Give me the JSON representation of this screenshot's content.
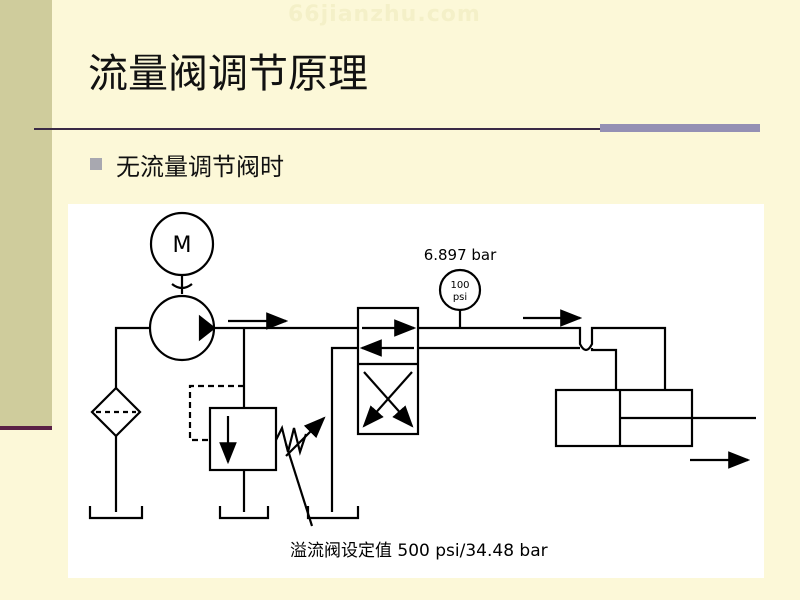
{
  "watermark": "66jianzhu.com",
  "slide": {
    "title": "流量阀调节原理",
    "bullet": "无流量调节阀时"
  },
  "diagram": {
    "motor_label": "M",
    "gauge_value": "6.897 bar",
    "gauge_face_top": "100",
    "gauge_face_bottom": "psi",
    "relief_setting": "溢流阀设定值 500 psi/34.48 bar"
  },
  "colors": {
    "background": "#fcf8d8",
    "sidebar": "#cfcc9c",
    "rule": "#3a2a46",
    "rule_accent": "#9490b4"
  }
}
